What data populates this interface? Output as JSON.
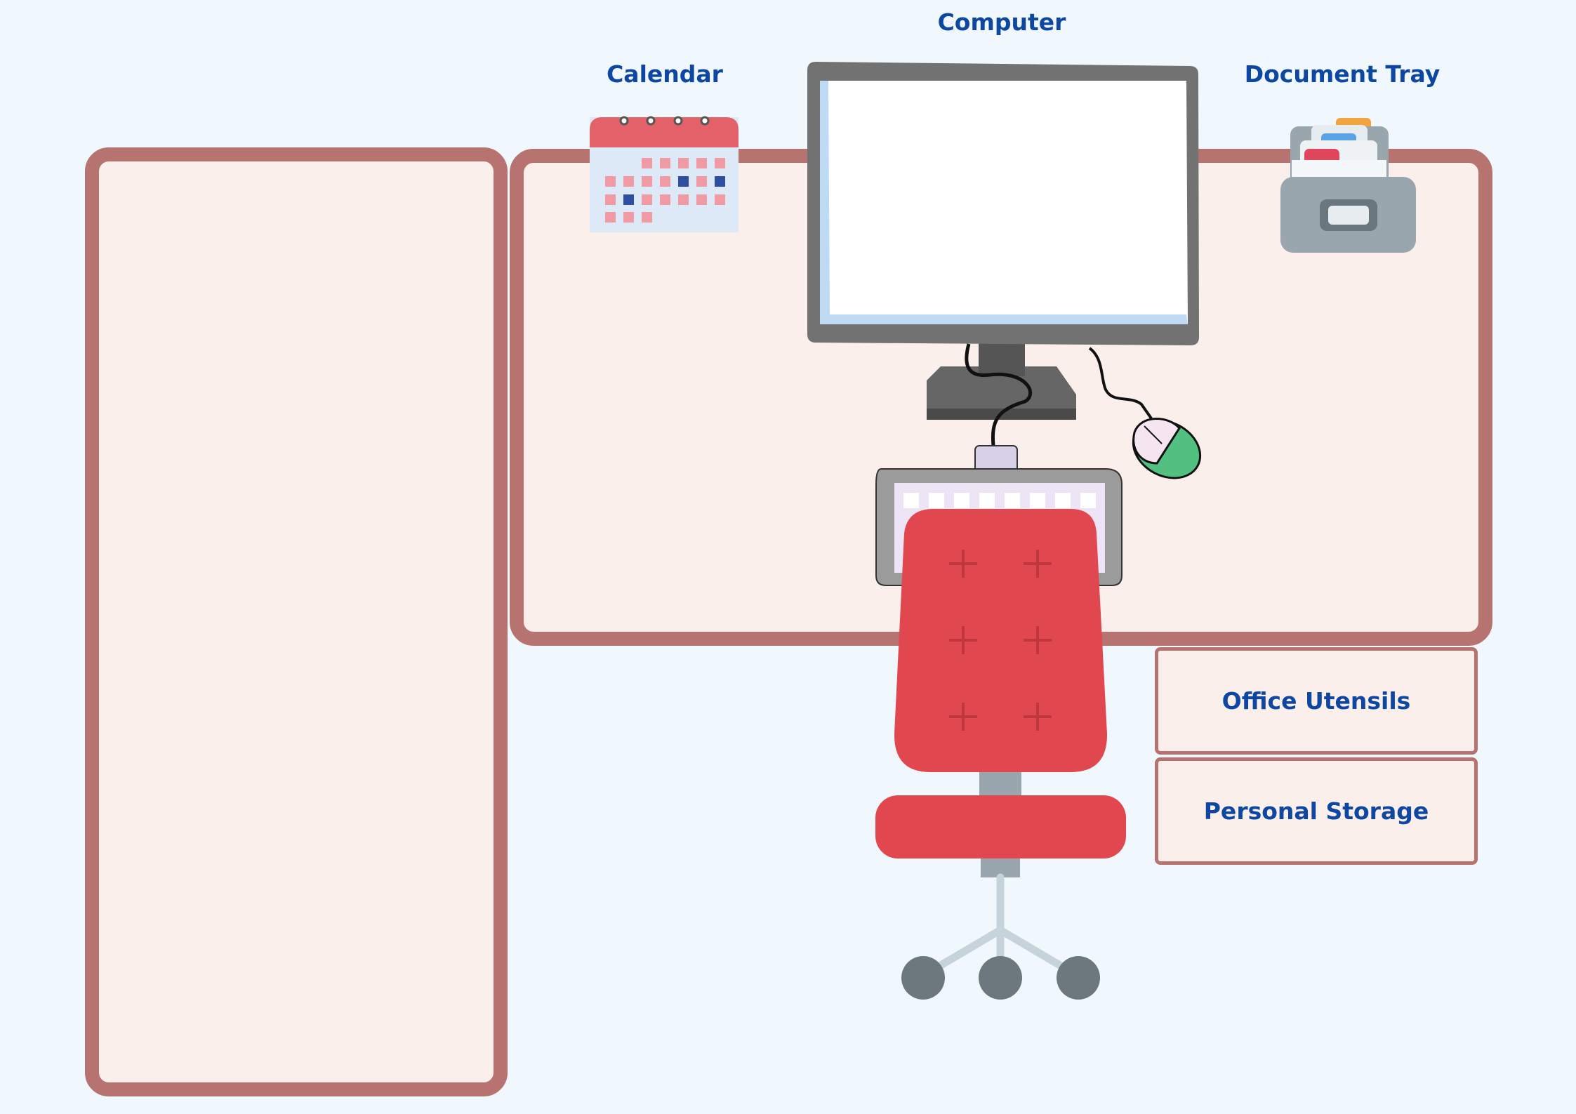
{
  "labels": {
    "computer": "Computer",
    "calendar": "Calendar",
    "document_tray": "Document Tray",
    "office_utensils": "Office Utensils",
    "personal_storage": "Personal Storage"
  },
  "colors": {
    "background": "#f1f8fd",
    "desk_border": "#b67370",
    "desk_fill": "#fbefeb",
    "label_text": "#0d47a1",
    "chair": "#e0474f",
    "monitor_frame": "#707070",
    "mouse_green": "#52c080"
  },
  "icons": [
    "computer-monitor-icon",
    "calendar-icon",
    "document-tray-icon",
    "keyboard-icon",
    "mouse-icon",
    "office-chair-icon"
  ]
}
